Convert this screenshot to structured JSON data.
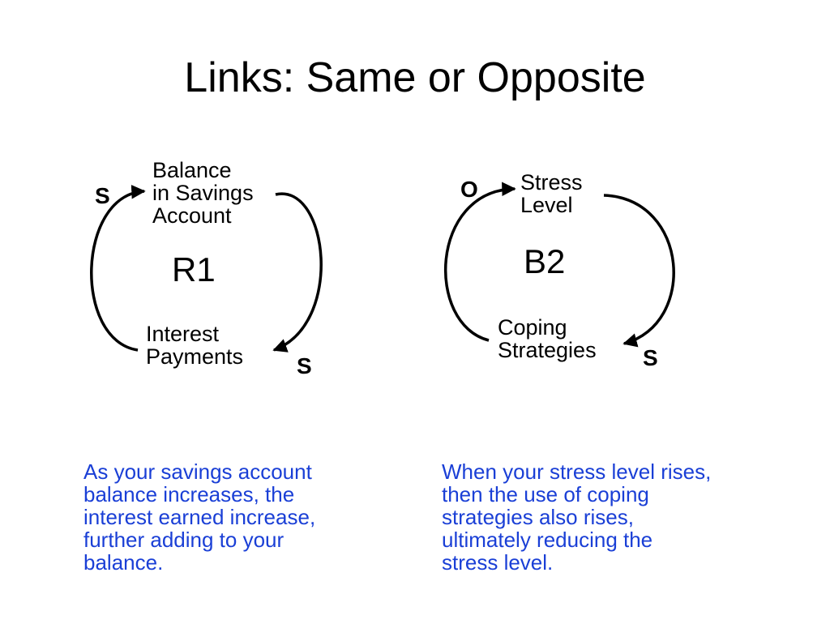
{
  "title": "Links: Same or Opposite",
  "loops": [
    {
      "name": "R1",
      "top_variable": [
        "Balance",
        "in Savings",
        "Account"
      ],
      "bottom_variable": [
        "Interest",
        "Payments"
      ],
      "polarity_top": "S",
      "polarity_bottom": "S",
      "caption": [
        "As your savings account",
        "balance increases, the",
        "interest earned increase,",
        "further adding to your",
        "balance."
      ]
    },
    {
      "name": "B2",
      "top_variable": [
        "Stress",
        "Level"
      ],
      "bottom_variable": [
        "Coping",
        "Strategies"
      ],
      "polarity_top": "O",
      "polarity_bottom": "S",
      "caption": [
        "When your stress level rises,",
        "then the use of coping",
        "strategies also rises,",
        "ultimately reducing the",
        "stress level."
      ]
    }
  ],
  "colors": {
    "caption": "#1a3fd6",
    "text": "#000000"
  }
}
